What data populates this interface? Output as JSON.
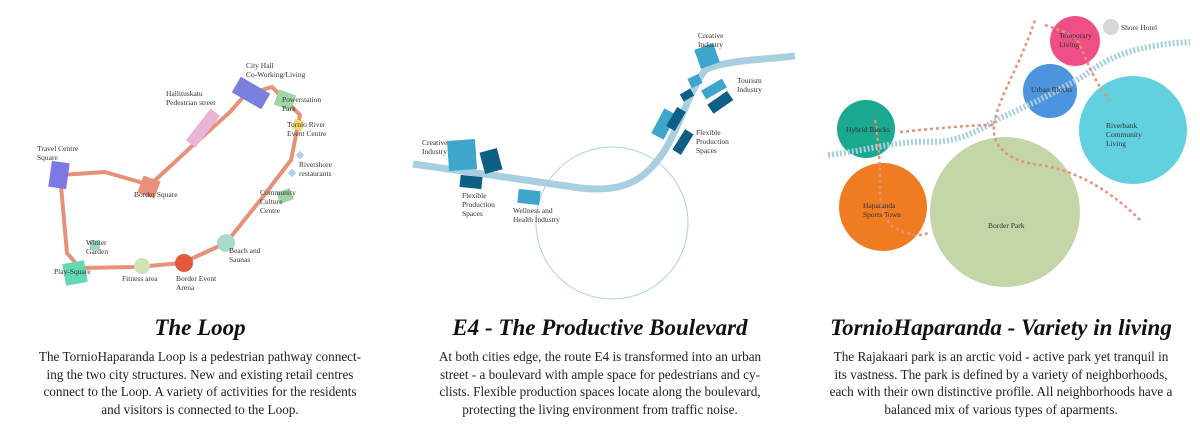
{
  "panels": [
    {
      "title": "The Loop",
      "text": [
        "The TornioHaparanda Loop is a pedestrian pathway connect-",
        "ing the two city structures. New and existing retail centres",
        "connect to the Loop. A variety of activities for the residents",
        "and visitors is connected to the Loop."
      ],
      "labels": {
        "city_hall": [
          "City Hall",
          "Co-Working/Living"
        ],
        "hallitus": [
          "Hallituskatu",
          "Pedestrian street"
        ],
        "powerstation": [
          "Powerstation",
          "Park"
        ],
        "tornio_river": [
          "Tornio River",
          "Event Centre"
        ],
        "travel_centre": [
          "Travel Centre",
          "Square"
        ],
        "rivershore": [
          "Rivershore",
          "restaurants"
        ],
        "border_square": [
          "Border Square"
        ],
        "community": [
          "Community",
          "Culture",
          "Centre"
        ],
        "winter_garden": [
          "Winter",
          "Garden"
        ],
        "beach": [
          "Beach and",
          "Saunas"
        ],
        "play_square": [
          "Play-Square"
        ],
        "fitness": [
          "Fitness area"
        ],
        "border_event": [
          "Border Event",
          "Arena"
        ]
      }
    },
    {
      "title": "E4 - The Productive Boulevard",
      "text": [
        "At both cities edge, the route E4 is transformed into an urban",
        "street - a boulevard with ample space for pedestrians and cy-",
        "clists. Flexible production spaces locate along the boulevard,",
        "protecting the living environment from traffic noise."
      ],
      "labels": {
        "creative_top": [
          "Creative",
          "Industry"
        ],
        "tourism": [
          "Tourism",
          "Industry"
        ],
        "flexible_right": [
          "Flexible",
          "Production",
          "Spaces"
        ],
        "creative_left": [
          "Creative",
          "Industry"
        ],
        "flexible_left": [
          "Flexible",
          "Production",
          "Spaces"
        ],
        "wellness": [
          "Wellness and",
          "Health Industry"
        ]
      }
    },
    {
      "title": "TornioHaparanda - Variety in living",
      "text": [
        "The Rajakaari park is an arctic void - active park yet tranquil in",
        "its vastness. The park is defined by a variety of neighborhoods,",
        "each with their own distinctive profile. All neighborhoods have a",
        "balanced mix of various types of aparments."
      ],
      "labels": {
        "temporary": [
          "Temporary",
          "Living"
        ],
        "shore_hotel": [
          "Shore Hotel"
        ],
        "urban_blocks": [
          "Urban Blocks"
        ],
        "hybrid": [
          "Hybrid Blocks"
        ],
        "riverbank": [
          "Riverbank",
          "Community",
          "Living"
        ],
        "sports": [
          "Haparanda",
          "Sports Town"
        ],
        "border_park": [
          "Border Park"
        ]
      }
    }
  ],
  "colors": {
    "loop_path": "#e69178",
    "road": "#a7cfe0",
    "industry_light": "#3ea6cc",
    "industry_dark": "#0e5f85",
    "temporary": "#ee4f86",
    "urban_blocks": "#4d94df",
    "hybrid": "#1aa88e",
    "riverbank": "#62d1df",
    "sports": "#ef7c23",
    "border_park": "#c4d6a7",
    "shore_hotel": "#d7d7d7"
  }
}
